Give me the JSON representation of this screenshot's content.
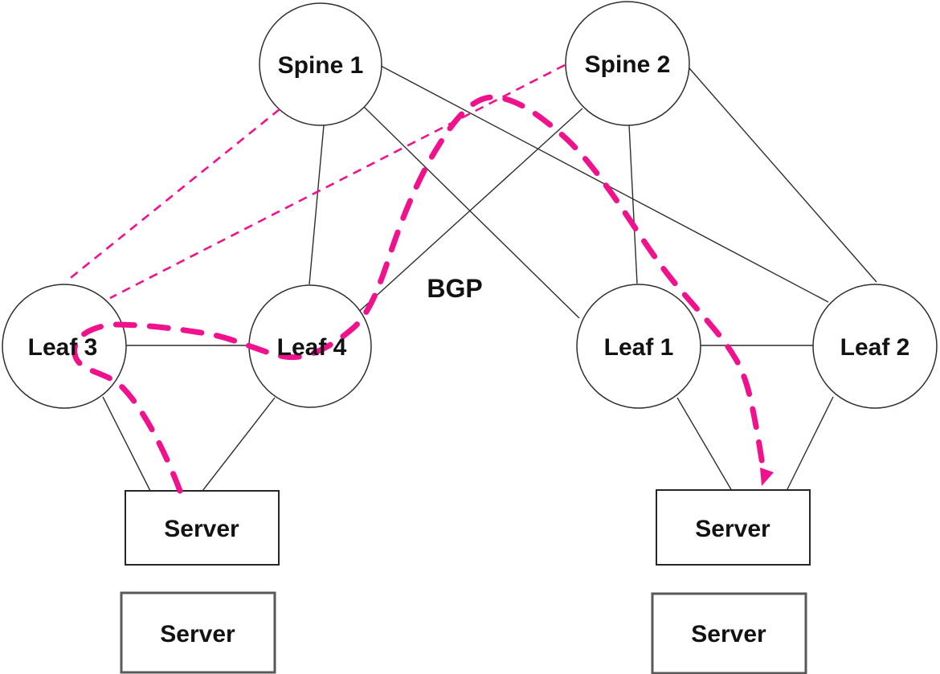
{
  "diagram": {
    "type": "spine-leaf-network-topology",
    "protocol_label": "BGP",
    "colors": {
      "pink": "#F0128D",
      "link_black": "#2E2E2E"
    },
    "nodes": {
      "spine1": {
        "label": "Spine 1",
        "shape": "circle"
      },
      "spine2": {
        "label": "Spine 2",
        "shape": "circle"
      },
      "leaf1": {
        "label": "Leaf 1",
        "shape": "circle"
      },
      "leaf2": {
        "label": "Leaf 2",
        "shape": "circle"
      },
      "leaf3": {
        "label": "Leaf 3",
        "shape": "circle"
      },
      "leaf4": {
        "label": "Leaf 4",
        "shape": "circle"
      },
      "server_left_top": {
        "label": "Server",
        "shape": "rect"
      },
      "server_left_bottom": {
        "label": "Server",
        "shape": "rect"
      },
      "server_right_top": {
        "label": "Server",
        "shape": "rect"
      },
      "server_right_bottom": {
        "label": "Server",
        "shape": "rect"
      }
    },
    "links": [
      {
        "from": "Spine 1",
        "to": "Leaf 4"
      },
      {
        "from": "Spine 1",
        "to": "Leaf 1"
      },
      {
        "from": "Spine 1",
        "to": "Leaf 2"
      },
      {
        "from": "Spine 2",
        "to": "Leaf 4"
      },
      {
        "from": "Spine 2",
        "to": "Leaf 1"
      },
      {
        "from": "Spine 2",
        "to": "Leaf 2"
      },
      {
        "from": "Leaf 3",
        "to": "Leaf 4"
      },
      {
        "from": "Leaf 1",
        "to": "Leaf 2"
      },
      {
        "from": "Leaf 3",
        "to": "Server (left top)"
      },
      {
        "from": "Leaf 4",
        "to": "Server (left top)"
      },
      {
        "from": "Leaf 1",
        "to": "Server (right top)"
      },
      {
        "from": "Leaf 2",
        "to": "Server (right top)"
      }
    ],
    "bgp_sessions": [
      {
        "from": "Spine 1",
        "to": "Leaf 3",
        "style": "thin pink dashed"
      },
      {
        "from": "Spine 2",
        "to": "Leaf 3",
        "style": "thin pink dashed"
      }
    ],
    "traffic_path": {
      "from": "Server (left top)",
      "to": "Server (right top)",
      "style": "thick pink dashed curve ending in arrowhead",
      "via": [
        "Leaf 3 (hairpin loop)",
        "Leaf 4",
        "between Spine 1 and Spine 2",
        "right of Leaf 1"
      ]
    }
  }
}
